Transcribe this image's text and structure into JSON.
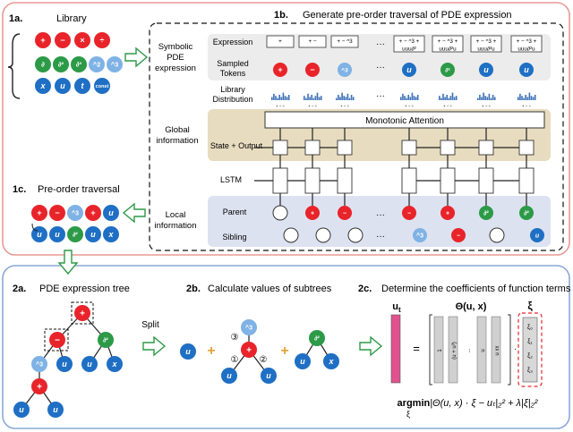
{
  "top_panel": {
    "label_1a": "1a.",
    "library_title": "Library",
    "library_ops": [
      "+",
      "−",
      "×",
      "÷"
    ],
    "library_funcs": [
      "∂",
      "∂²",
      "∂³",
      "^2",
      "^3"
    ],
    "library_vars": [
      "x",
      "u",
      "t",
      "const"
    ],
    "label_1b": "1b.",
    "title_1b": "Generate pre-order traversal of PDE expression",
    "row_labels": {
      "symbolic": [
        "Symbolic",
        "PDE",
        "expression"
      ],
      "expression": "Expression",
      "sampled": [
        "Sampled",
        "Tokens"
      ],
      "library_dist": [
        "Library",
        "Distribution"
      ],
      "global": [
        "Global",
        "information"
      ],
      "state_output": "State + Output",
      "lstm": "LSTM",
      "local": [
        "Local",
        "information"
      ],
      "parent": "Parent",
      "sibling": "Sibling"
    },
    "monotonic_attention": "Monotonic Attention",
    "ellipsis": "···",
    "expr_boxes": [
      [
        "+"
      ],
      [
        "+ −"
      ],
      [
        "+ − ^3"
      ],
      [
        "+ − ^3 +",
        "uuu∂²"
      ],
      [
        "+ − ^3 +",
        "uuu∂²u"
      ],
      [
        "+ − ^3 +",
        "uuu∂²u"
      ],
      [
        "+ − ^3 +",
        "uuu∂²u"
      ]
    ],
    "tokens": [
      "+",
      "−",
      "^3",
      "u",
      "∂²",
      "u",
      "u"
    ],
    "dist_labels": [
      "+ − ÷",
      "uuu"
    ],
    "parents": [
      "",
      "+",
      "−",
      "−",
      "+",
      "∂²",
      "∂²"
    ],
    "siblings": [
      "",
      "",
      "",
      "^3",
      "−",
      "",
      "u"
    ],
    "label_1c": "1c.",
    "title_1c": "Pre-order traversal",
    "preorder_row1": [
      "+",
      "−",
      "^3",
      "+",
      "u"
    ],
    "preorder_row2": [
      "u",
      "u",
      "∂²",
      "u",
      "x"
    ]
  },
  "bottom_panel": {
    "label_2a": "2a.",
    "title_2a": "PDE expression tree",
    "split": "Split",
    "label_2b": "2b.",
    "title_2b": "Calculate values of subtrees",
    "circled": [
      "①",
      "②",
      "③"
    ],
    "label_2c": "2c.",
    "title_2c": "Determine the coefficients of function terms",
    "ut": "u",
    "ut_sub": "t",
    "theta": "Θ(u, x)",
    "xi": "ξ",
    "equals": "=",
    "theta_cols": [
      "1",
      "(u + u³)",
      "...",
      "u",
      "u xx"
    ],
    "xi_entries": [
      "ξ₀",
      "ξ₁",
      "ξ₂",
      "ξ₃"
    ],
    "argmin": "argmin",
    "argmin_sub": "ξ",
    "objective": "|Θ(u, x) · ξ − uₜ|₂² + λ|ξ|₂²"
  },
  "colors": {
    "red": "#e8242a",
    "green": "#2c9a47",
    "blue": "#1f6fc4",
    "light_blue": "#7fb2e5",
    "pink": "#e0528f",
    "top_border": "#e89a93",
    "bottom_border": "#8aa8d6",
    "tan": "#e8dcc0",
    "lavender": "#dde2f1",
    "grey": "#ececec"
  }
}
